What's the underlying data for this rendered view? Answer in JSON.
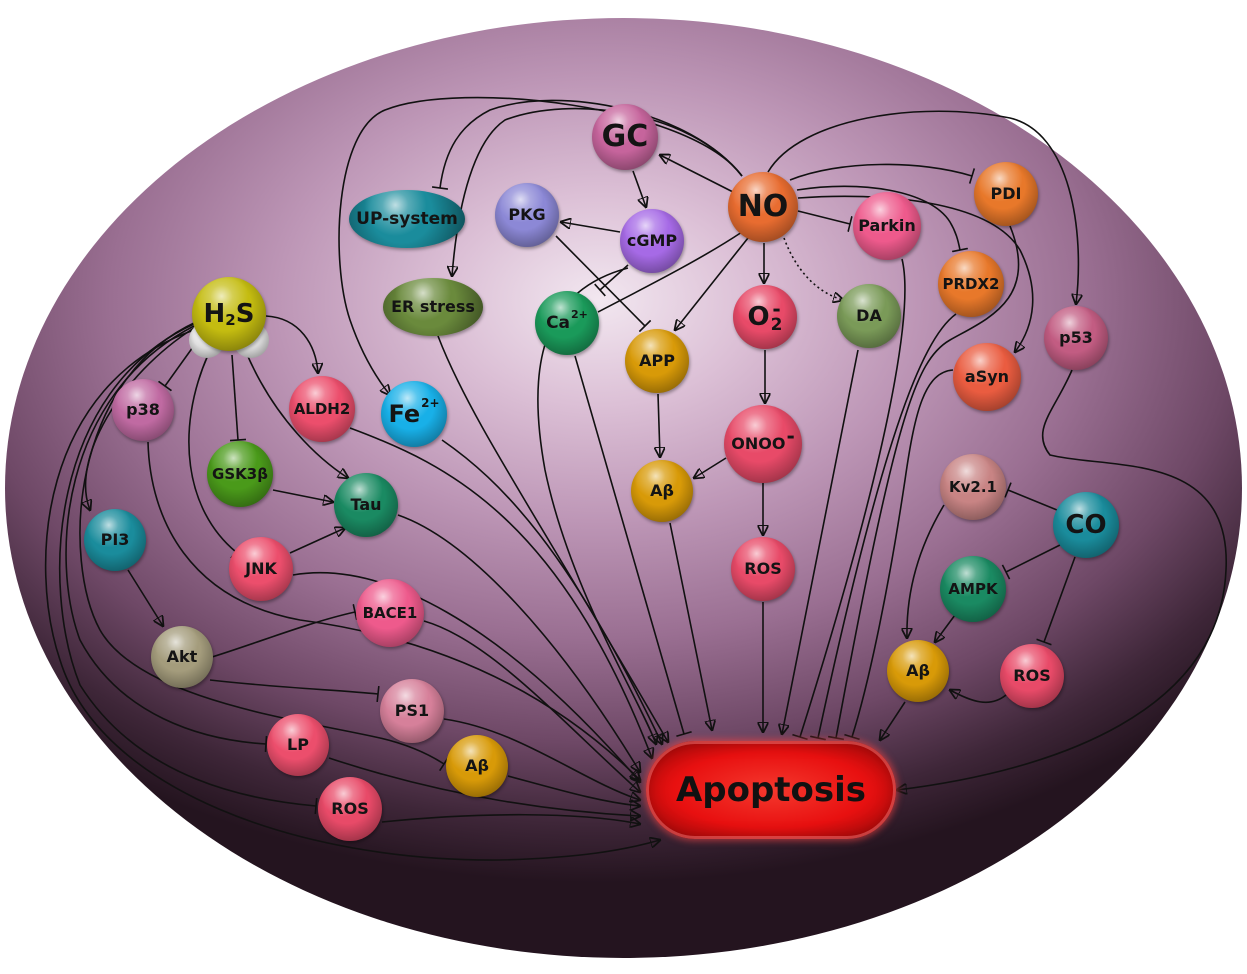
{
  "nodes": {
    "gc": {
      "label": "GC",
      "color": "#c6649c"
    },
    "no": {
      "label": "NO",
      "color": "#e86c30"
    },
    "pkg": {
      "label": "PKG",
      "color": "#8c88d6"
    },
    "cgmp": {
      "label": "cGMP",
      "color": "#a66ae6"
    },
    "up_system": {
      "label": "UP-system",
      "color": "#1a8c9c"
    },
    "er_stress": {
      "label": "ER stress",
      "color": "#6a8a3c"
    },
    "ca": {
      "label": "Ca",
      "sup": "2+",
      "color": "#1a9a5a"
    },
    "app": {
      "label": "APP",
      "color": "#d89a08"
    },
    "superoxide": {
      "label": "O",
      "sub": "2",
      "sup": "-",
      "color": "#e84a68"
    },
    "da": {
      "label": "DA",
      "color": "#7a9a58"
    },
    "parkin": {
      "label": "Parkin",
      "color": "#ee5a8c"
    },
    "pdi": {
      "label": "PDI",
      "color": "#e8782a"
    },
    "prdx2": {
      "label": "PRDX2",
      "color": "#e8782a"
    },
    "p53": {
      "label": "p53",
      "color": "#c25c82"
    },
    "asyn": {
      "label": "aSyn",
      "color": "#ea5c40"
    },
    "peroxynitrite": {
      "label": "ONOO",
      "sup": "-",
      "color": "#e84a68"
    },
    "abeta_center": {
      "label": "Aβ",
      "color": "#d89a08"
    },
    "ros_center": {
      "label": "ROS",
      "color": "#e84a68"
    },
    "h2s": {
      "label": "H",
      "sub": "2",
      "label_tail": "S",
      "color": "#c4bc10",
      "hydrogen_color": "#dcdcdc"
    },
    "p38": {
      "label": "p38",
      "color": "#c06aa2"
    },
    "aldh2": {
      "label": "ALDH2",
      "color": "#ec4e6c"
    },
    "fe": {
      "label": "Fe",
      "sup": "2+",
      "color": "#18b0e8"
    },
    "gsk3b": {
      "label": "GSK3β",
      "color": "#4a9a1a"
    },
    "tau": {
      "label": "Tau",
      "color": "#1a8a62"
    },
    "pi3": {
      "label": "PI3",
      "color": "#1a8c9c"
    },
    "jnk": {
      "label": "JNK",
      "color": "#ec4e6c"
    },
    "bace1": {
      "label": "BACE1",
      "color": "#ee5a8c"
    },
    "akt": {
      "label": "Akt",
      "color": "#a49c7c"
    },
    "ps1": {
      "label": "PS1",
      "color": "#d6809a"
    },
    "lp": {
      "label": "LP",
      "color": "#ec4e6c"
    },
    "abeta_left": {
      "label": "Aβ",
      "color": "#d89a08"
    },
    "ros_left": {
      "label": "ROS",
      "color": "#e84a68"
    },
    "kv21": {
      "label": "Kv2.1",
      "color": "#c88484"
    },
    "co": {
      "label": "CO",
      "color": "#1a8c9c"
    },
    "ampk": {
      "label": "AMPK",
      "color": "#1a8a62"
    },
    "abeta_right": {
      "label": "Aβ",
      "color": "#d89a08"
    },
    "ros_right": {
      "label": "ROS",
      "color": "#e84a68"
    },
    "apoptosis": {
      "label": "Apoptosis",
      "color": "#e81010"
    }
  }
}
